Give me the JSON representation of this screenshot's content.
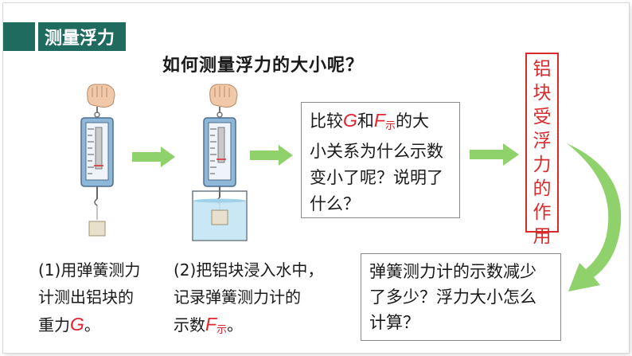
{
  "header": {
    "title": "测量浮力"
  },
  "question": "如何测量浮力的大小呢？",
  "compare_box": {
    "line1_a": "比较",
    "symbol_g": "G",
    "line1_b": "和",
    "symbol_f": "F",
    "symbol_f_sub": "示",
    "line1_c": "的大",
    "line2": "小关系为什么示数",
    "line3": "变小了呢？说明了",
    "line4": "什么？"
  },
  "vertical_box": {
    "chars": [
      "铝",
      "块",
      "受",
      "浮",
      "力",
      "的",
      "作",
      "用"
    ]
  },
  "question_box": {
    "line1": "弹簧测力计的示数减少",
    "line2": "了多少？浮力大小怎么",
    "line3": "计算？"
  },
  "caption1": {
    "line1": "(1)用弹簧测力",
    "line2": "计测出铝块的",
    "line3_a": "重力",
    "symbol_g": "G",
    "line3_b": "。"
  },
  "caption2": {
    "line1": "(2)把铝块浸入水中，",
    "line2": "记录弹簧测力计的",
    "line3_a": "示数",
    "symbol_f": "F",
    "symbol_f_sub": "示",
    "line3_b": "。"
  },
  "colors": {
    "title_bg": "#1f6b60",
    "accent_red": "#e0262d",
    "arrow_green": "#8fd16a",
    "water_blue": "#bfe3f3"
  }
}
